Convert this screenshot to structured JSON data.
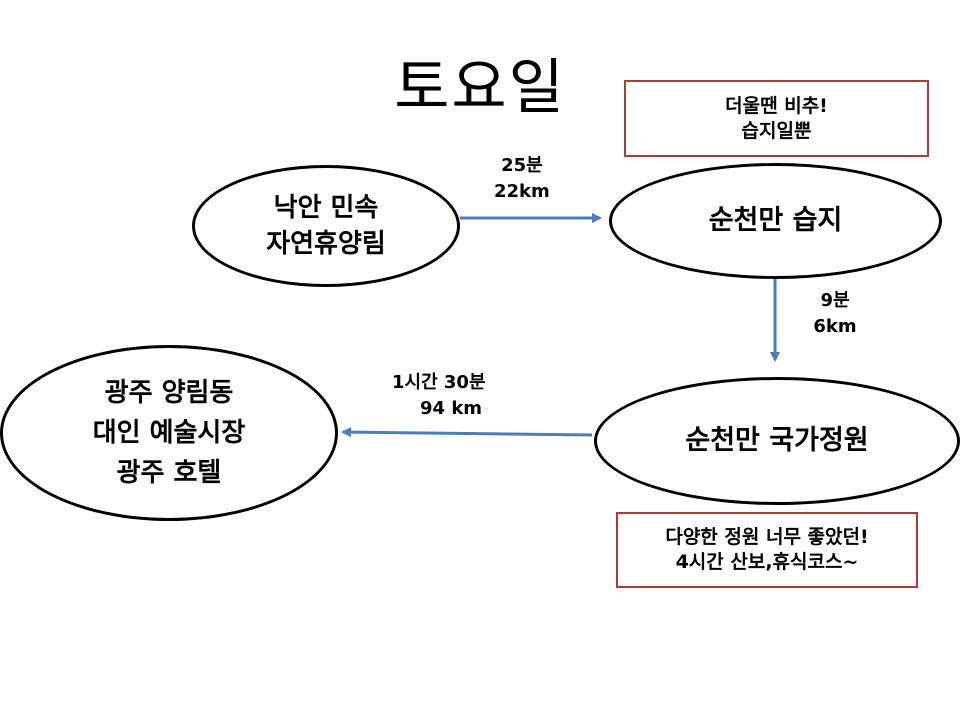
{
  "title": "토요일",
  "nodes": {
    "nakan": [
      "낙안 민속",
      "자연휴양림"
    ],
    "wetland": [
      "순천만 습지"
    ],
    "garden": [
      "순천만 국가정원"
    ],
    "gwangju": [
      "광주 양림동",
      "대인 예술시장",
      "광주 호텔"
    ]
  },
  "notes": {
    "wetland_note": [
      "더울땐 비추!",
      "습지일뿐"
    ],
    "garden_note": [
      "다양한 정원 너무 좋았던!",
      "4시간 산보,휴식코스~"
    ]
  },
  "edges": {
    "nakan_to_wetland": [
      "25분",
      "22km"
    ],
    "wetland_to_garden": [
      "9분",
      "6km"
    ],
    "garden_to_gwangju": [
      "1시간 30분",
      "94 km"
    ]
  },
  "colors": {
    "arrow": "#4a7ebb",
    "note_border": "#b03a3a",
    "ellipse_border": "#000000"
  }
}
